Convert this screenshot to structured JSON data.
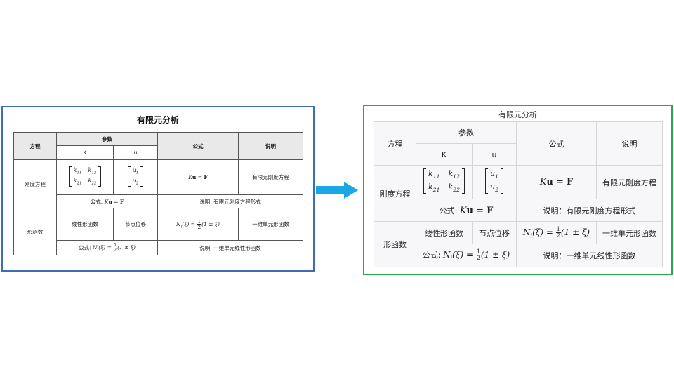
{
  "left": {
    "title": "有限元分析",
    "headers": {
      "equation": "方程",
      "params": "参数",
      "param_k": "K",
      "param_u": "u",
      "formula": "公式",
      "desc": "说明"
    },
    "rows": [
      {
        "name": "刚度方程",
        "k_matrix": [
          "k11",
          "k12",
          "k21",
          "k22"
        ],
        "u_vector": [
          "u1",
          "u2"
        ],
        "formula": "Ku = F",
        "desc": "有限元刚度方程",
        "sub_formula_prefix": "公式:",
        "sub_formula": "Ku = F",
        "sub_desc": "说明: 有限元刚度方程形式"
      },
      {
        "name": "形函数",
        "param1": "线性形函数",
        "param2": "节点位移",
        "formula": "Ni(ξ) = 1/2(1 ± ξ)",
        "desc": "一维单元形函数",
        "sub_formula_prefix": "公式:",
        "sub_formula": "Ni(ξ) = 1/2(1 ± ξ)",
        "sub_desc": "说明: 一维单元线性形函数"
      }
    ]
  },
  "right": {
    "title": "有限元分析",
    "headers": {
      "equation": "方程",
      "params": "参数",
      "param_k": "K",
      "param_u": "u",
      "formula": "公式",
      "desc": "说明"
    },
    "rows": [
      {
        "name": "刚度方程",
        "k_matrix": [
          "k11",
          "k12",
          "k21",
          "k22"
        ],
        "u_vector": [
          "u1",
          "u2"
        ],
        "formula": "Ku = F",
        "desc": "有限元刚度方程",
        "sub_formula_prefix": "公式:",
        "sub_formula": "Ku = F",
        "sub_desc": "说明：有限元刚度方程形式"
      },
      {
        "name": "形函数",
        "param1": "线性形函数",
        "param2": "节点位移",
        "formula": "Ni(ξ) = 1/2(1 ± ξ)",
        "desc": "一维单元形函数",
        "sub_formula_prefix": "公式:",
        "sub_formula": "Ni(ξ) = 1/2(1 ± ξ)",
        "sub_desc": "说明：一维单元线性形函数"
      }
    ]
  },
  "colors": {
    "left_border": "#3f6db3",
    "right_border": "#2aa84a",
    "arrow": "#1ba6e6"
  },
  "icons": {
    "arrow": "right-arrow-icon"
  }
}
